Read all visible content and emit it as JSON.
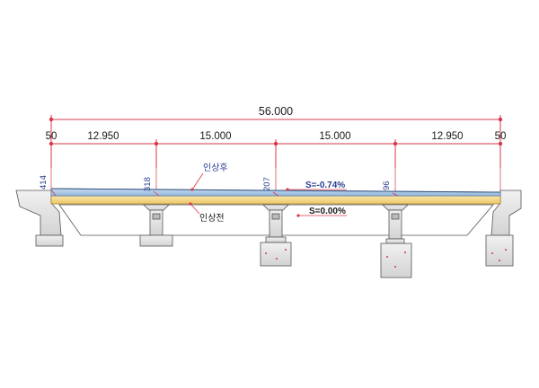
{
  "dimensions": {
    "total": "56.000",
    "segments": [
      "50",
      "12.950",
      "15.000",
      "15.000",
      "12.950",
      "50"
    ]
  },
  "lift_values": [
    "414",
    "318",
    "207",
    "96"
  ],
  "labels": {
    "after_lift": "인상후",
    "before_lift": "인상전",
    "slope_after": "S=-0.74%",
    "slope_before": "S=0.00%"
  },
  "colors": {
    "dim_line": "#d6384a",
    "deck_after": "#a9c7e6",
    "deck_before": "#f3d68a",
    "concrete": "#e6e6e6",
    "outline": "#444444",
    "label_blue": "#2a3f8f"
  }
}
